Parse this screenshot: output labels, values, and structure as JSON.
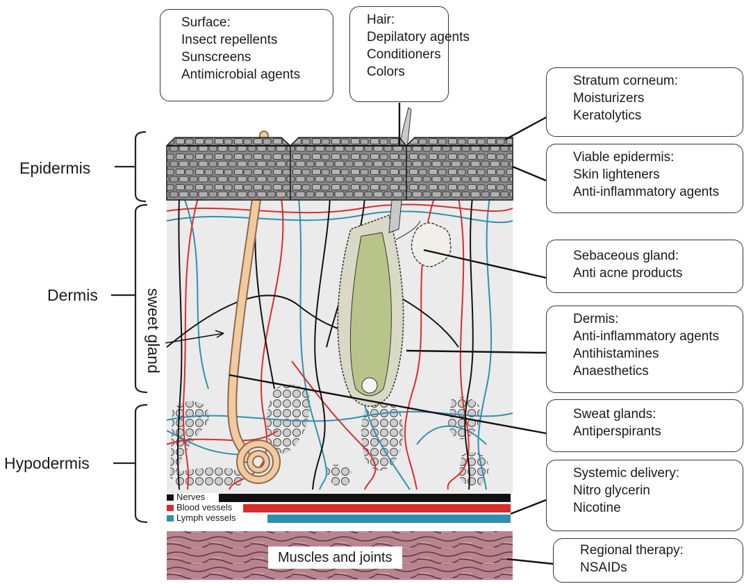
{
  "layers": {
    "epidermis": "Epidermis",
    "dermis": "Dermis",
    "hypodermis": "Hypodermis",
    "sweet_gland": "sweet gland",
    "muscles": "Muscles and joints"
  },
  "legend": {
    "nerves": "Nerves",
    "blood": "Blood vessels",
    "lymph": "Lymph vessels"
  },
  "callouts": {
    "surface": [
      "Surface:",
      "Insect repellents",
      "Sunscreens",
      "Antimicrobial agents"
    ],
    "hair": [
      "Hair:",
      "Depilatory agents",
      "Conditioners",
      "Colors"
    ],
    "stratum": [
      "Stratum corneum:",
      "Moisturizers",
      "Keratolytics"
    ],
    "viable": [
      "Viable epidermis:",
      "Skin lighteners",
      "Anti-inflammatory agents"
    ],
    "sebaceous": [
      "Sebaceous gland:",
      "Anti acne products"
    ],
    "dermis": [
      "Dermis:",
      "Anti-inflammatory agents",
      "Antihistamines",
      "Anaesthetics"
    ],
    "sweat": [
      "Sweat glands:",
      "Antiperspirants"
    ],
    "systemic": [
      "Systemic delivery:",
      "Nitro glycerin",
      "Nicotine"
    ],
    "regional": [
      "Regional therapy:",
      "NSAIDs"
    ]
  },
  "colors": {
    "nerve": "#111111",
    "blood": "#d92b2b",
    "lymph": "#2f8fae",
    "epidermis": "#7d7d7d",
    "dermis_bg": "#ebebeb",
    "sweat_gland": "#f3caa0",
    "muscle": "#b9838f"
  }
}
